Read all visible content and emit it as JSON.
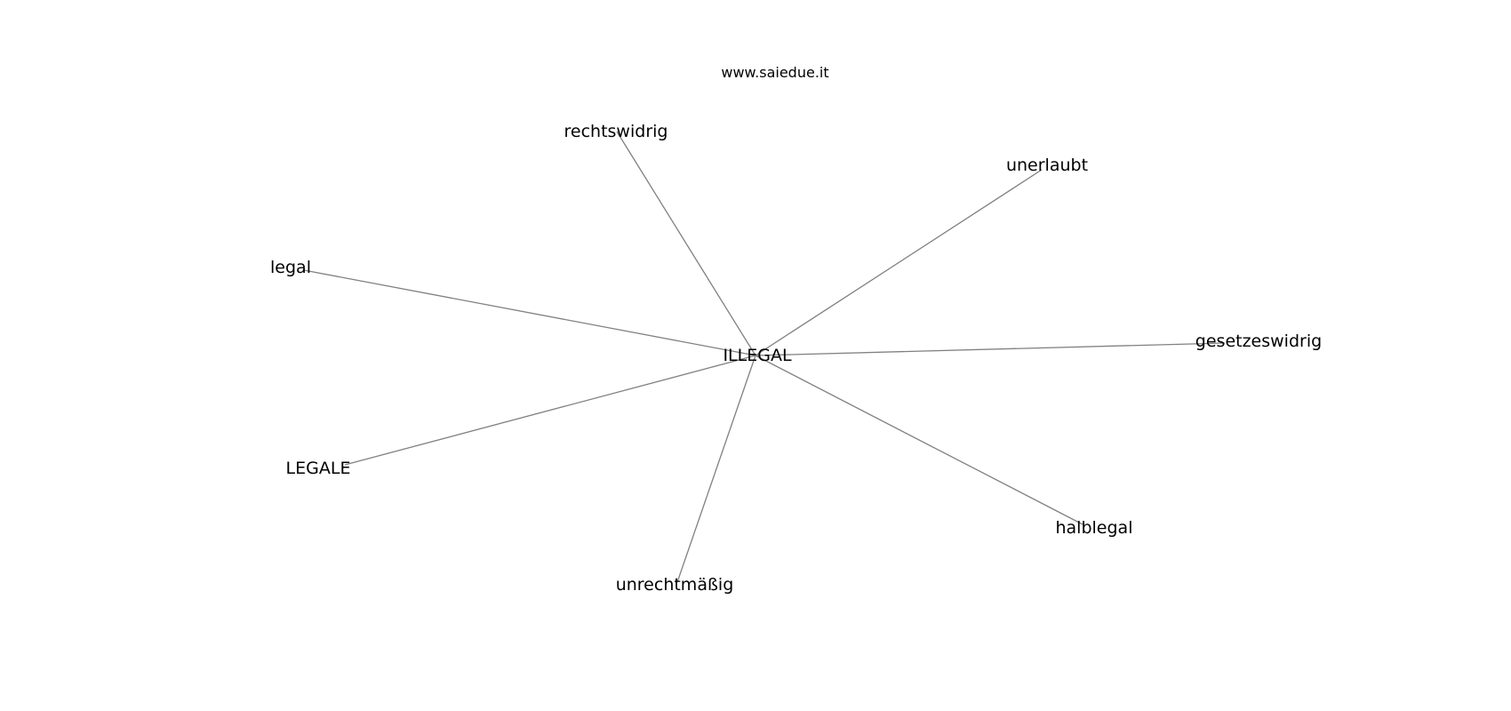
{
  "source": "www.saiedue.it",
  "graph": {
    "center": {
      "id": "center",
      "label": "ILLEGAL"
    },
    "nodes": [
      {
        "id": "rechtswidrig",
        "label": "rechtswidrig"
      },
      {
        "id": "unerlaubt",
        "label": "unerlaubt"
      },
      {
        "id": "legal",
        "label": "legal"
      },
      {
        "id": "gesetzeswidrig",
        "label": "gesetzeswidrig"
      },
      {
        "id": "legale",
        "label": "LEGALE"
      },
      {
        "id": "halblegal",
        "label": "halblegal"
      },
      {
        "id": "unrechtmassig",
        "label": "unrechtmäßig"
      }
    ],
    "edges": [
      {
        "from": "center",
        "to": "rechtswidrig"
      },
      {
        "from": "center",
        "to": "unerlaubt"
      },
      {
        "from": "center",
        "to": "legal"
      },
      {
        "from": "center",
        "to": "gesetzeswidrig"
      },
      {
        "from": "center",
        "to": "legale"
      },
      {
        "from": "center",
        "to": "halblegal"
      },
      {
        "from": "center",
        "to": "unrechtmassig"
      }
    ],
    "edge_color": "#808080",
    "text_color": "#000000"
  }
}
